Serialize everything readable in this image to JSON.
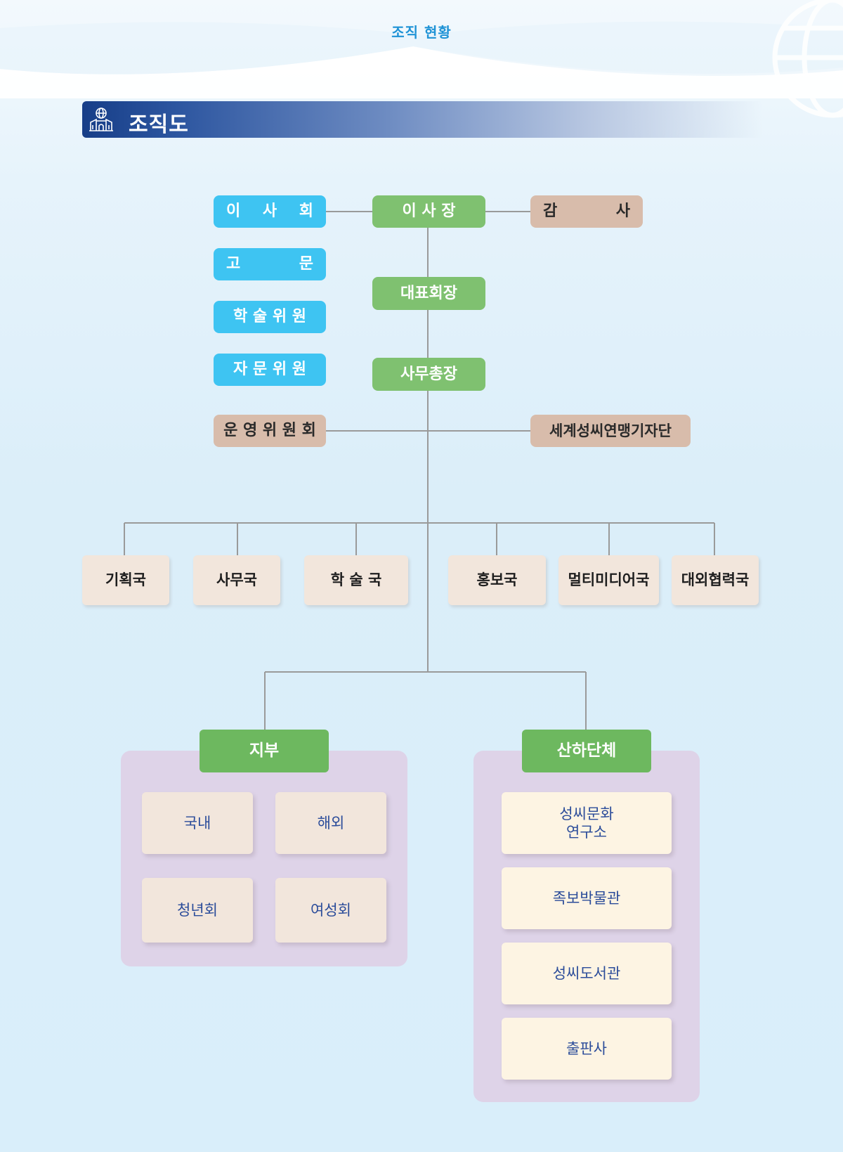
{
  "header": {
    "section_title": "조직 현황"
  },
  "banner": {
    "title": "조직도",
    "icon": "building-globe-icon"
  },
  "colors": {
    "blue_box": "#3ec4f2",
    "green_box": "#7fc170",
    "tan_box": "#d8bcab",
    "dept_box": "#f2e6dc",
    "panel": "#ded3e8",
    "title_bar": "#173e88",
    "header_text": "#1f93d6",
    "chip_text": "#2b4c9a"
  },
  "top": {
    "board": [
      "이",
      "사",
      "회"
    ],
    "chairman": "이 사 장",
    "auditor": [
      "감",
      "사"
    ],
    "advisor": [
      "고",
      "문"
    ],
    "academic_committee": "학 술 위 원",
    "advisory_committee": "자 문 위 원",
    "representative_chair": "대표회장",
    "secretary_general": "사무총장",
    "steering_committee": "운 영 위 원 회",
    "press_corps": "세계성씨연맹기자단"
  },
  "departments": [
    "기획국",
    "사무국",
    "학 술 국",
    "홍보국",
    "멀티미디어국",
    "대외협력국"
  ],
  "branches": {
    "title": "지부",
    "items": [
      "국내",
      "해외",
      "청년회",
      "여성회"
    ]
  },
  "affiliates": {
    "title": "산하단체",
    "items": [
      "성씨문화\n연구소",
      "족보박물관",
      "성씨도서관",
      "출판사"
    ]
  }
}
